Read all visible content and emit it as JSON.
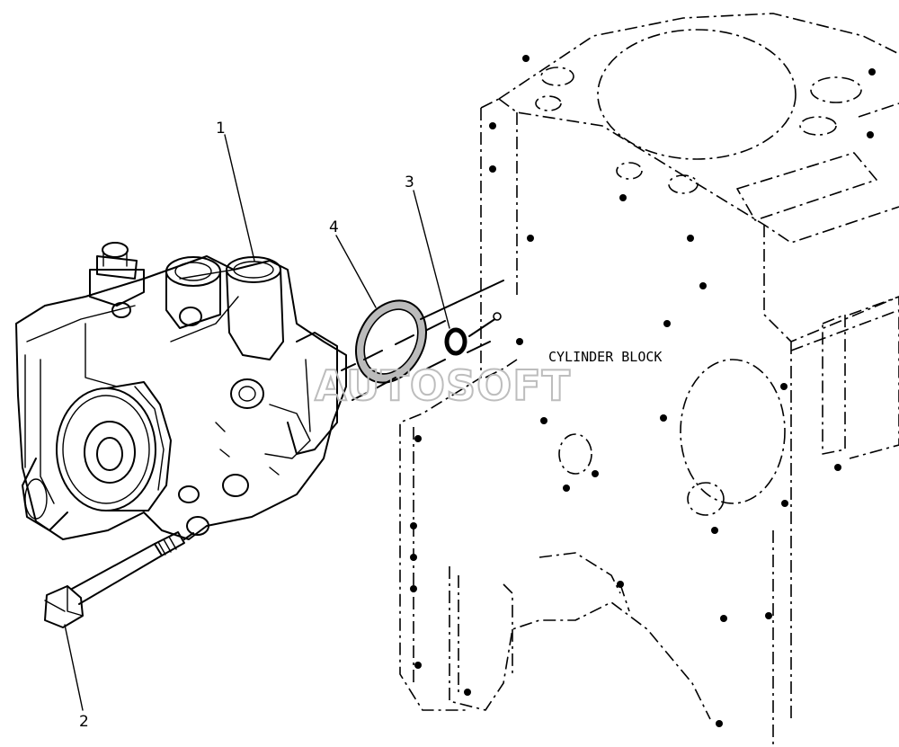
{
  "diagram": {
    "block_label": "CYLINDER BLOCK",
    "watermark": "AUTOSOFT",
    "callouts": [
      {
        "id": "1"
      },
      {
        "id": "2"
      },
      {
        "id": "3"
      },
      {
        "id": "4"
      }
    ]
  }
}
